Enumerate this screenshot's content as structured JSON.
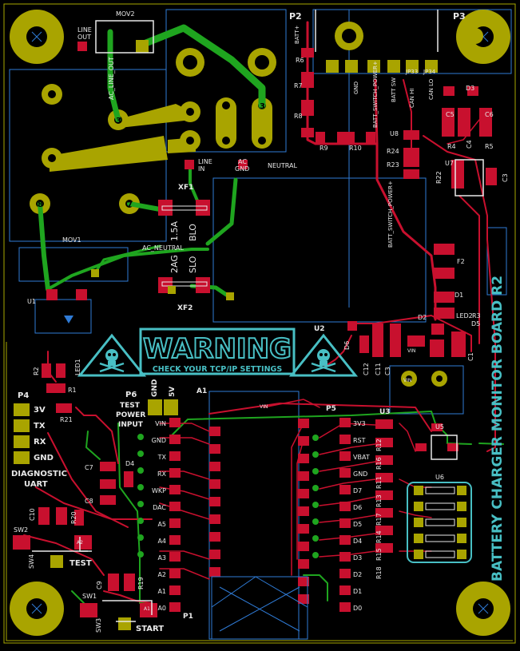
{
  "board": {
    "title": "BATTERY CHARGER MONITOR BOARD R2",
    "colors": {
      "background": "#000000",
      "copper_top": "#c8102e",
      "copper_bottom": "#1fa51f",
      "pad_gold": "#a9a400",
      "silkscreen": "#e8e8e8",
      "fab_layer": "#2f7bd6",
      "outline": "#a7a700",
      "cyan_silk": "#48bfc4"
    }
  },
  "warning": {
    "title": "WARNING",
    "subtitle": "CHECK YOUR TCP/IP SETTINGS"
  },
  "refs": {
    "MOV2": "MOV2",
    "MOV1": "MOV1",
    "P2": "P2",
    "P3": "P3",
    "P4": "P4",
    "P5": "P5",
    "P6": "P6",
    "P1": "P1",
    "A1": "A1",
    "U1": "U1",
    "U2": "U2",
    "U3": "U3",
    "U5": "U5",
    "U6": "U6",
    "U7": "U7",
    "U8": "U8",
    "XF1": "XF1",
    "XF2": "XF2",
    "F2": "F2",
    "D1": "D1",
    "D2": "D2",
    "D3": "D3",
    "D4": "D4",
    "D5": "D5",
    "D6": "D6",
    "LED1": "LED1",
    "LED2": "LED2",
    "SW1": "SW1",
    "SW2": "SW2",
    "SW3": "SW3",
    "SW4": "SW4",
    "JP33": "JP33",
    "JP34": "JP34",
    "R1": "R1",
    "R2": "R2",
    "R3": "R3",
    "R4": "R4",
    "R5": "R5",
    "R6": "R6",
    "R7": "R7",
    "R8": "R8",
    "R9": "R9",
    "R10": "R10",
    "R19": "R19",
    "R20": "R20",
    "R21": "R21",
    "R22": "R22",
    "R23": "R23",
    "R24": "R24",
    "C1": "C1",
    "C3": "C3",
    "C4": "C4",
    "C5": "C5",
    "C6": "C6",
    "C7": "C7",
    "C8": "C8",
    "C9": "C9",
    "C10": "C10",
    "C11": "C11",
    "C12": "C12"
  },
  "labels": {
    "line_out": [
      "LINE",
      "OUT"
    ],
    "ac_line_out": "AC_LINE_OUT",
    "line_in": [
      "LINE",
      "IN"
    ],
    "ac_gnd": [
      "AC",
      "GND"
    ],
    "neutral": "NEUTRAL",
    "ac_neutral": "AC_NEUTRAL",
    "batt_plus": "BATT+",
    "batt_switch_power": "BATT_SWITCH_POWER+",
    "gnd": "GND",
    "batt_sw": "BATT SW",
    "can_hi": "CAN HI",
    "can_lo": "CAN LO",
    "vin": "VIN",
    "fuse_rating": [
      "1.5A",
      "2AG",
      "SLO",
      "BLO"
    ],
    "diag_pins": [
      "3V",
      "TX",
      "RX",
      "GND"
    ],
    "diag_title": [
      "DIAGNOSTIC",
      "UART"
    ],
    "test_power_input": [
      "TEST",
      "POWER",
      "INPUT"
    ],
    "test_power_pins": [
      "GND",
      "5V"
    ],
    "test": "TEST",
    "start": "START",
    "a1_left_pins": [
      "VIN",
      "GND",
      "TX",
      "RX",
      "WKP",
      "DAC",
      "A5",
      "A4",
      "A3",
      "A2",
      "A1",
      "A0"
    ],
    "a1_right_pins": [
      "3V3",
      "RST",
      "VBAT",
      "GND",
      "D7",
      "D6",
      "D5",
      "D4",
      "D3",
      "D2",
      "D1",
      "D0"
    ],
    "right_resistors": [
      "R12",
      "R16",
      "R11",
      "R13",
      "R17",
      "R14",
      "R15",
      "R18"
    ],
    "vin_small": "VIN",
    "a2": "A2",
    "a1_small": "A1"
  }
}
